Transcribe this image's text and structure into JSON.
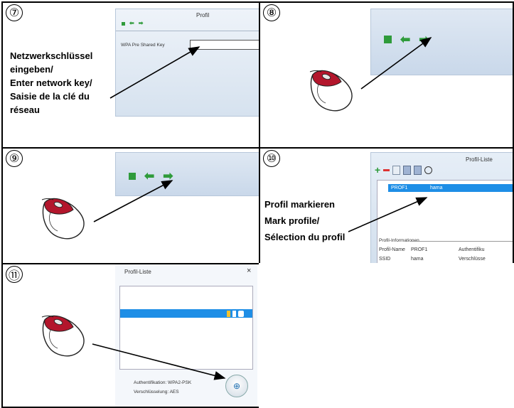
{
  "steps": [
    {
      "number": "⑦",
      "dialog_title": "Profil",
      "field_label": "WPA Pre Shared Key",
      "instruction": [
        "Netzwerkschlüssel",
        "eingeben/",
        "Enter network key/",
        "Saisie de la clé du",
        "réseau"
      ]
    },
    {
      "number": "⑧"
    },
    {
      "number": "⑨"
    },
    {
      "number": "⑩",
      "dialog_title": "Profil-Liste",
      "list_row": {
        "profile": "PROF1",
        "ssid": "hama"
      },
      "info_header": "Profil-Informationen",
      "info_rows": [
        {
          "label": "Profil-Name",
          "value": "PROF1",
          "extra": "Authentifiku"
        },
        {
          "label": "SSID",
          "value": "hama",
          "extra": "Verschlüsse"
        }
      ],
      "instruction": [
        "Profil markieren",
        "Mark profile/",
        "Sélection du profil"
      ]
    },
    {
      "number": "⑪",
      "dialog_title": "Profil-Liste",
      "close_glyph": "×",
      "auth_label": "Authentifikation: WPA2-PSK",
      "enc_label": "Verschlüsselung: AES"
    }
  ],
  "colors": {
    "accent_green": "#2f9b3b",
    "selection_blue": "#1e8ee6",
    "mouse_red": "#b3162c"
  }
}
